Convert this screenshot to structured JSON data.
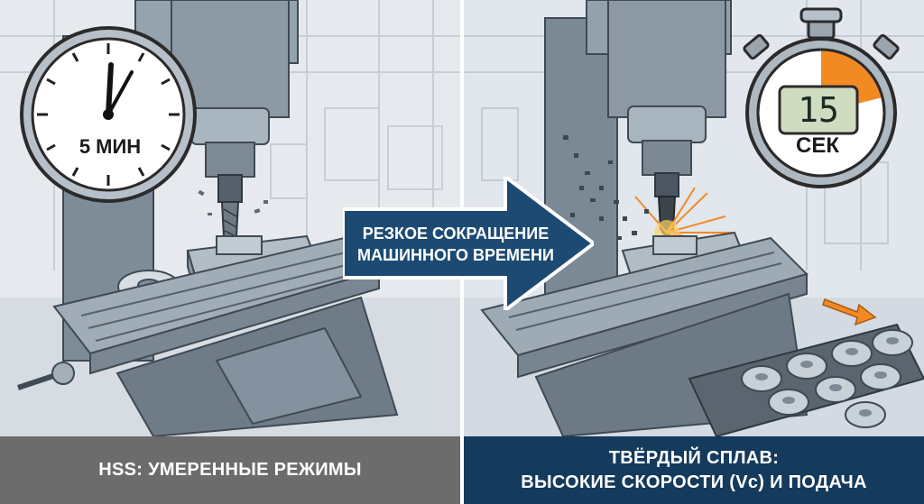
{
  "banner": {
    "line1": "РЕЗКОЕ СОКРАЩЕНИЕ",
    "line2": "МАШИННОГО ВРЕМЕНИ"
  },
  "left_panel": {
    "clock_label": "5 МИН",
    "caption": "HSS: УМЕРЕННЫЕ РЕЖИМЫ"
  },
  "right_panel": {
    "stopwatch_number": "15",
    "stopwatch_unit": "СЕК",
    "caption_line1": "ТВЁРДЫЙ СПЛАВ:",
    "caption_line2": "ВЫСОКИЕ СКОРОСТИ (Vc) И ПОДАЧА"
  },
  "colors": {
    "left_caption_bg": "#6c6c6c",
    "right_caption_bg": "#143a5c",
    "banner_bg": "#1d4a73",
    "machine_steel": "#8d9aa6",
    "accent_orange": "#f28a24",
    "lcd_green": "#cfdcc0"
  },
  "icons": {
    "clock": "analog-clock-icon",
    "stopwatch": "stopwatch-icon",
    "arrow": "right-arrow-icon"
  }
}
